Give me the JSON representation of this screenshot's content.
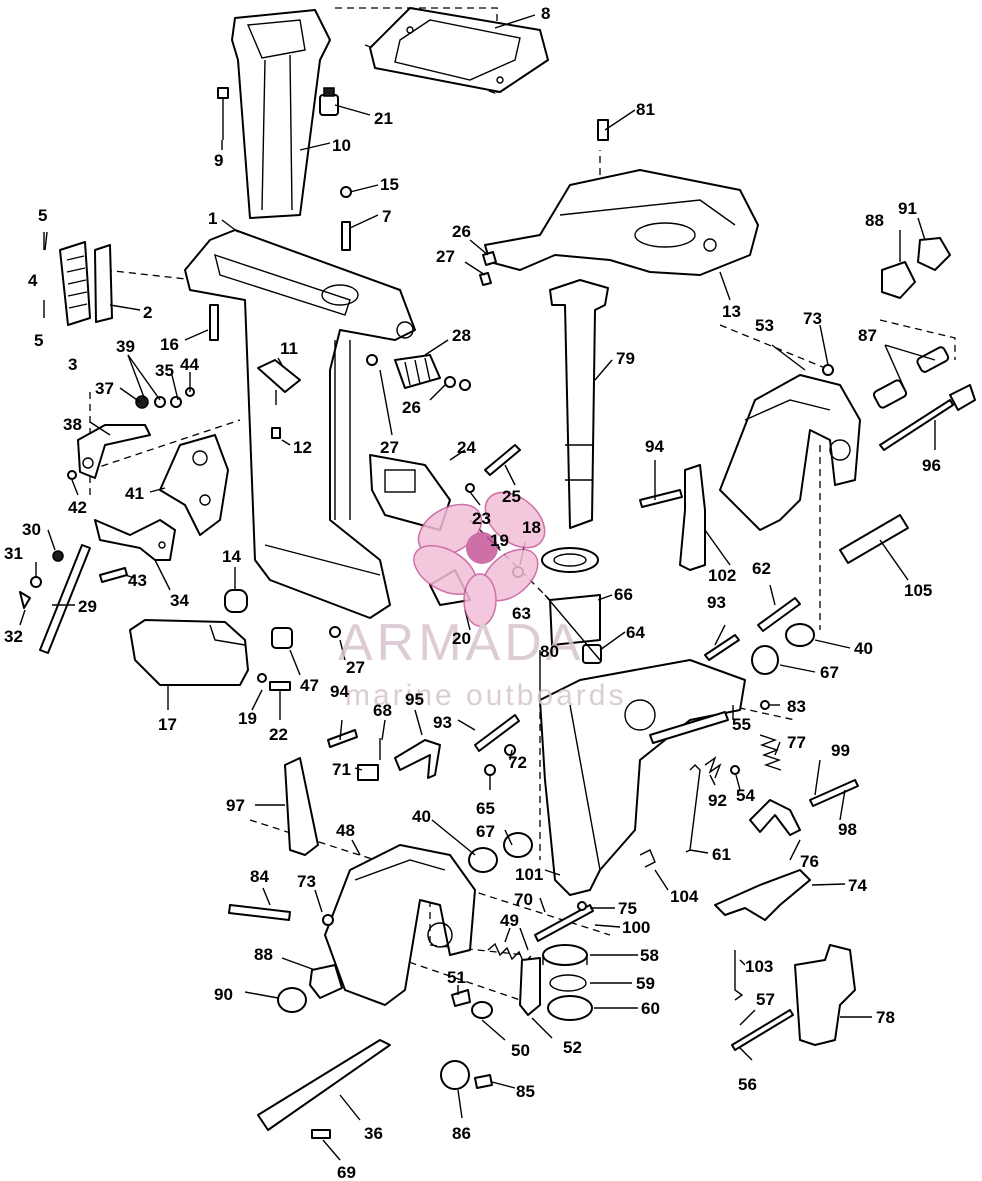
{
  "watermark": {
    "brand": "ARMADA",
    "tagline": "marine outboards",
    "colors": {
      "brand_pink": "#c7569a",
      "brand_light_pink": "#f2bfd6",
      "text_gray": "#d8c3d0"
    }
  },
  "callouts": [
    {
      "id": "c8",
      "label": "8"
    },
    {
      "id": "c21",
      "label": "21"
    },
    {
      "id": "c9",
      "label": "9"
    },
    {
      "id": "c10",
      "label": "10"
    },
    {
      "id": "c81",
      "label": "81"
    },
    {
      "id": "c15",
      "label": "15"
    },
    {
      "id": "c7",
      "label": "7"
    },
    {
      "id": "c1",
      "label": "1"
    },
    {
      "id": "c5a",
      "label": "5"
    },
    {
      "id": "c4",
      "label": "4"
    },
    {
      "id": "c5b",
      "label": "5"
    },
    {
      "id": "c2",
      "label": "2"
    },
    {
      "id": "c3",
      "label": "3"
    },
    {
      "id": "c16",
      "label": "16"
    },
    {
      "id": "c26a",
      "label": "26"
    },
    {
      "id": "c27a",
      "label": "27"
    },
    {
      "id": "c13",
      "label": "13"
    },
    {
      "id": "c91",
      "label": "91"
    },
    {
      "id": "c88a",
      "label": "88"
    },
    {
      "id": "c28",
      "label": "28"
    },
    {
      "id": "c11",
      "label": "11"
    },
    {
      "id": "c39",
      "label": "39"
    },
    {
      "id": "c44",
      "label": "44"
    },
    {
      "id": "c35",
      "label": "35"
    },
    {
      "id": "c37",
      "label": "37"
    },
    {
      "id": "c79",
      "label": "79"
    },
    {
      "id": "c53",
      "label": "53"
    },
    {
      "id": "c73a",
      "label": "73"
    },
    {
      "id": "c87",
      "label": "87"
    },
    {
      "id": "c26b",
      "label": "26"
    },
    {
      "id": "c38",
      "label": "38"
    },
    {
      "id": "c12",
      "label": "12"
    },
    {
      "id": "c27b",
      "label": "27"
    },
    {
      "id": "c96",
      "label": "96"
    },
    {
      "id": "c24",
      "label": "24"
    },
    {
      "id": "c94a",
      "label": "94"
    },
    {
      "id": "c42",
      "label": "42"
    },
    {
      "id": "c41",
      "label": "41"
    },
    {
      "id": "c25",
      "label": "25"
    },
    {
      "id": "c23",
      "label": "23"
    },
    {
      "id": "c18",
      "label": "18"
    },
    {
      "id": "c30",
      "label": "30"
    },
    {
      "id": "c19a",
      "label": "19"
    },
    {
      "id": "c31",
      "label": "31"
    },
    {
      "id": "c43",
      "label": "43"
    },
    {
      "id": "c34",
      "label": "34"
    },
    {
      "id": "c102",
      "label": "102"
    },
    {
      "id": "c62",
      "label": "62"
    },
    {
      "id": "c105",
      "label": "105"
    },
    {
      "id": "c14",
      "label": "14"
    },
    {
      "id": "c66",
      "label": "66"
    },
    {
      "id": "c29",
      "label": "29"
    },
    {
      "id": "c32",
      "label": "32"
    },
    {
      "id": "c63",
      "label": "63"
    },
    {
      "id": "c93a",
      "label": "93"
    },
    {
      "id": "c20",
      "label": "20"
    },
    {
      "id": "c64",
      "label": "64"
    },
    {
      "id": "c27c",
      "label": "27"
    },
    {
      "id": "c80",
      "label": "80"
    },
    {
      "id": "c40a",
      "label": "40"
    },
    {
      "id": "c67a",
      "label": "67"
    },
    {
      "id": "c47",
      "label": "47"
    },
    {
      "id": "c94b",
      "label": "94"
    },
    {
      "id": "c17",
      "label": "17"
    },
    {
      "id": "c19b",
      "label": "19"
    },
    {
      "id": "c22",
      "label": "22"
    },
    {
      "id": "c68",
      "label": "68"
    },
    {
      "id": "c95",
      "label": "95"
    },
    {
      "id": "c83",
      "label": "83"
    },
    {
      "id": "c55",
      "label": "55"
    },
    {
      "id": "c93b",
      "label": "93"
    },
    {
      "id": "c77",
      "label": "77"
    },
    {
      "id": "c99",
      "label": "99"
    },
    {
      "id": "c71",
      "label": "71"
    },
    {
      "id": "c72",
      "label": "72"
    },
    {
      "id": "c92",
      "label": "92"
    },
    {
      "id": "c54",
      "label": "54"
    },
    {
      "id": "c65",
      "label": "65"
    },
    {
      "id": "c97",
      "label": "97"
    },
    {
      "id": "c98",
      "label": "98"
    },
    {
      "id": "c40b",
      "label": "40"
    },
    {
      "id": "c48",
      "label": "48"
    },
    {
      "id": "c67b",
      "label": "67"
    },
    {
      "id": "c61",
      "label": "61"
    },
    {
      "id": "c76",
      "label": "76"
    },
    {
      "id": "c101",
      "label": "101"
    },
    {
      "id": "c104",
      "label": "104"
    },
    {
      "id": "c84",
      "label": "84"
    },
    {
      "id": "c73b",
      "label": "73"
    },
    {
      "id": "c70",
      "label": "70"
    },
    {
      "id": "c75",
      "label": "75"
    },
    {
      "id": "c74",
      "label": "74"
    },
    {
      "id": "c100",
      "label": "100"
    },
    {
      "id": "c49",
      "label": "49"
    },
    {
      "id": "c58",
      "label": "58"
    },
    {
      "id": "c88b",
      "label": "88"
    },
    {
      "id": "c103",
      "label": "103"
    },
    {
      "id": "c59",
      "label": "59"
    },
    {
      "id": "c90",
      "label": "90"
    },
    {
      "id": "c51",
      "label": "51"
    },
    {
      "id": "c60",
      "label": "60"
    },
    {
      "id": "c57",
      "label": "57"
    },
    {
      "id": "c78",
      "label": "78"
    },
    {
      "id": "c50",
      "label": "50"
    },
    {
      "id": "c52",
      "label": "52"
    },
    {
      "id": "c56",
      "label": "56"
    },
    {
      "id": "c85",
      "label": "85"
    },
    {
      "id": "c36",
      "label": "36"
    },
    {
      "id": "c86",
      "label": "86"
    },
    {
      "id": "c69",
      "label": "69"
    }
  ]
}
